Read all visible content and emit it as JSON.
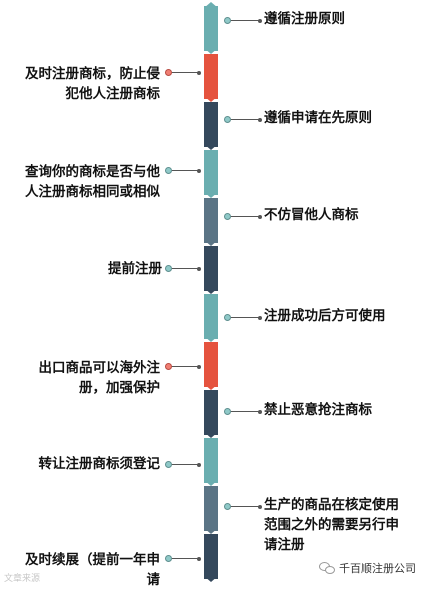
{
  "colors": {
    "teal": "#6aaeb0",
    "red": "#e5533e",
    "navy": "#34485c",
    "slate": "#5a7485"
  },
  "timeline": {
    "segments": [
      "teal",
      "red",
      "navy",
      "teal",
      "slate",
      "navy",
      "teal",
      "red",
      "navy",
      "teal",
      "slate",
      "navy"
    ],
    "right_items": [
      {
        "lines": [
          "遵循注册原则"
        ]
      },
      {
        "lines": [
          "遵循申请在先原则"
        ]
      },
      {
        "lines": [
          "不仿冒他人商标"
        ]
      },
      {
        "lines": [
          "注册成功后方可使用"
        ]
      },
      {
        "lines": [
          "禁止恶意抢注商标"
        ]
      },
      {
        "lines": [
          "生产的商品在核定使用",
          "范围之外的需要另行申",
          "请注册"
        ]
      }
    ],
    "left_items": [
      {
        "lines": [
          "及时注册商标，防止侵",
          "犯他人注册商标"
        ],
        "dot": "red"
      },
      {
        "lines": [
          "查询你的商标是否与他",
          "人注册商标相同或相似"
        ],
        "dot": "teal"
      },
      {
        "lines": [
          "提前注册"
        ],
        "dot": "teal"
      },
      {
        "lines": [
          "出口商品可以海外注",
          "册，加强保护"
        ],
        "dot": "red"
      },
      {
        "lines": [
          "转让注册商标须登记"
        ],
        "dot": "teal"
      },
      {
        "lines": [
          "及时续展（提前一年申",
          "请"
        ],
        "dot": "teal"
      }
    ]
  },
  "watermark": {
    "left": "文章来源",
    "right": "千百顺注册公司",
    "icon": "wechat-icon"
  }
}
